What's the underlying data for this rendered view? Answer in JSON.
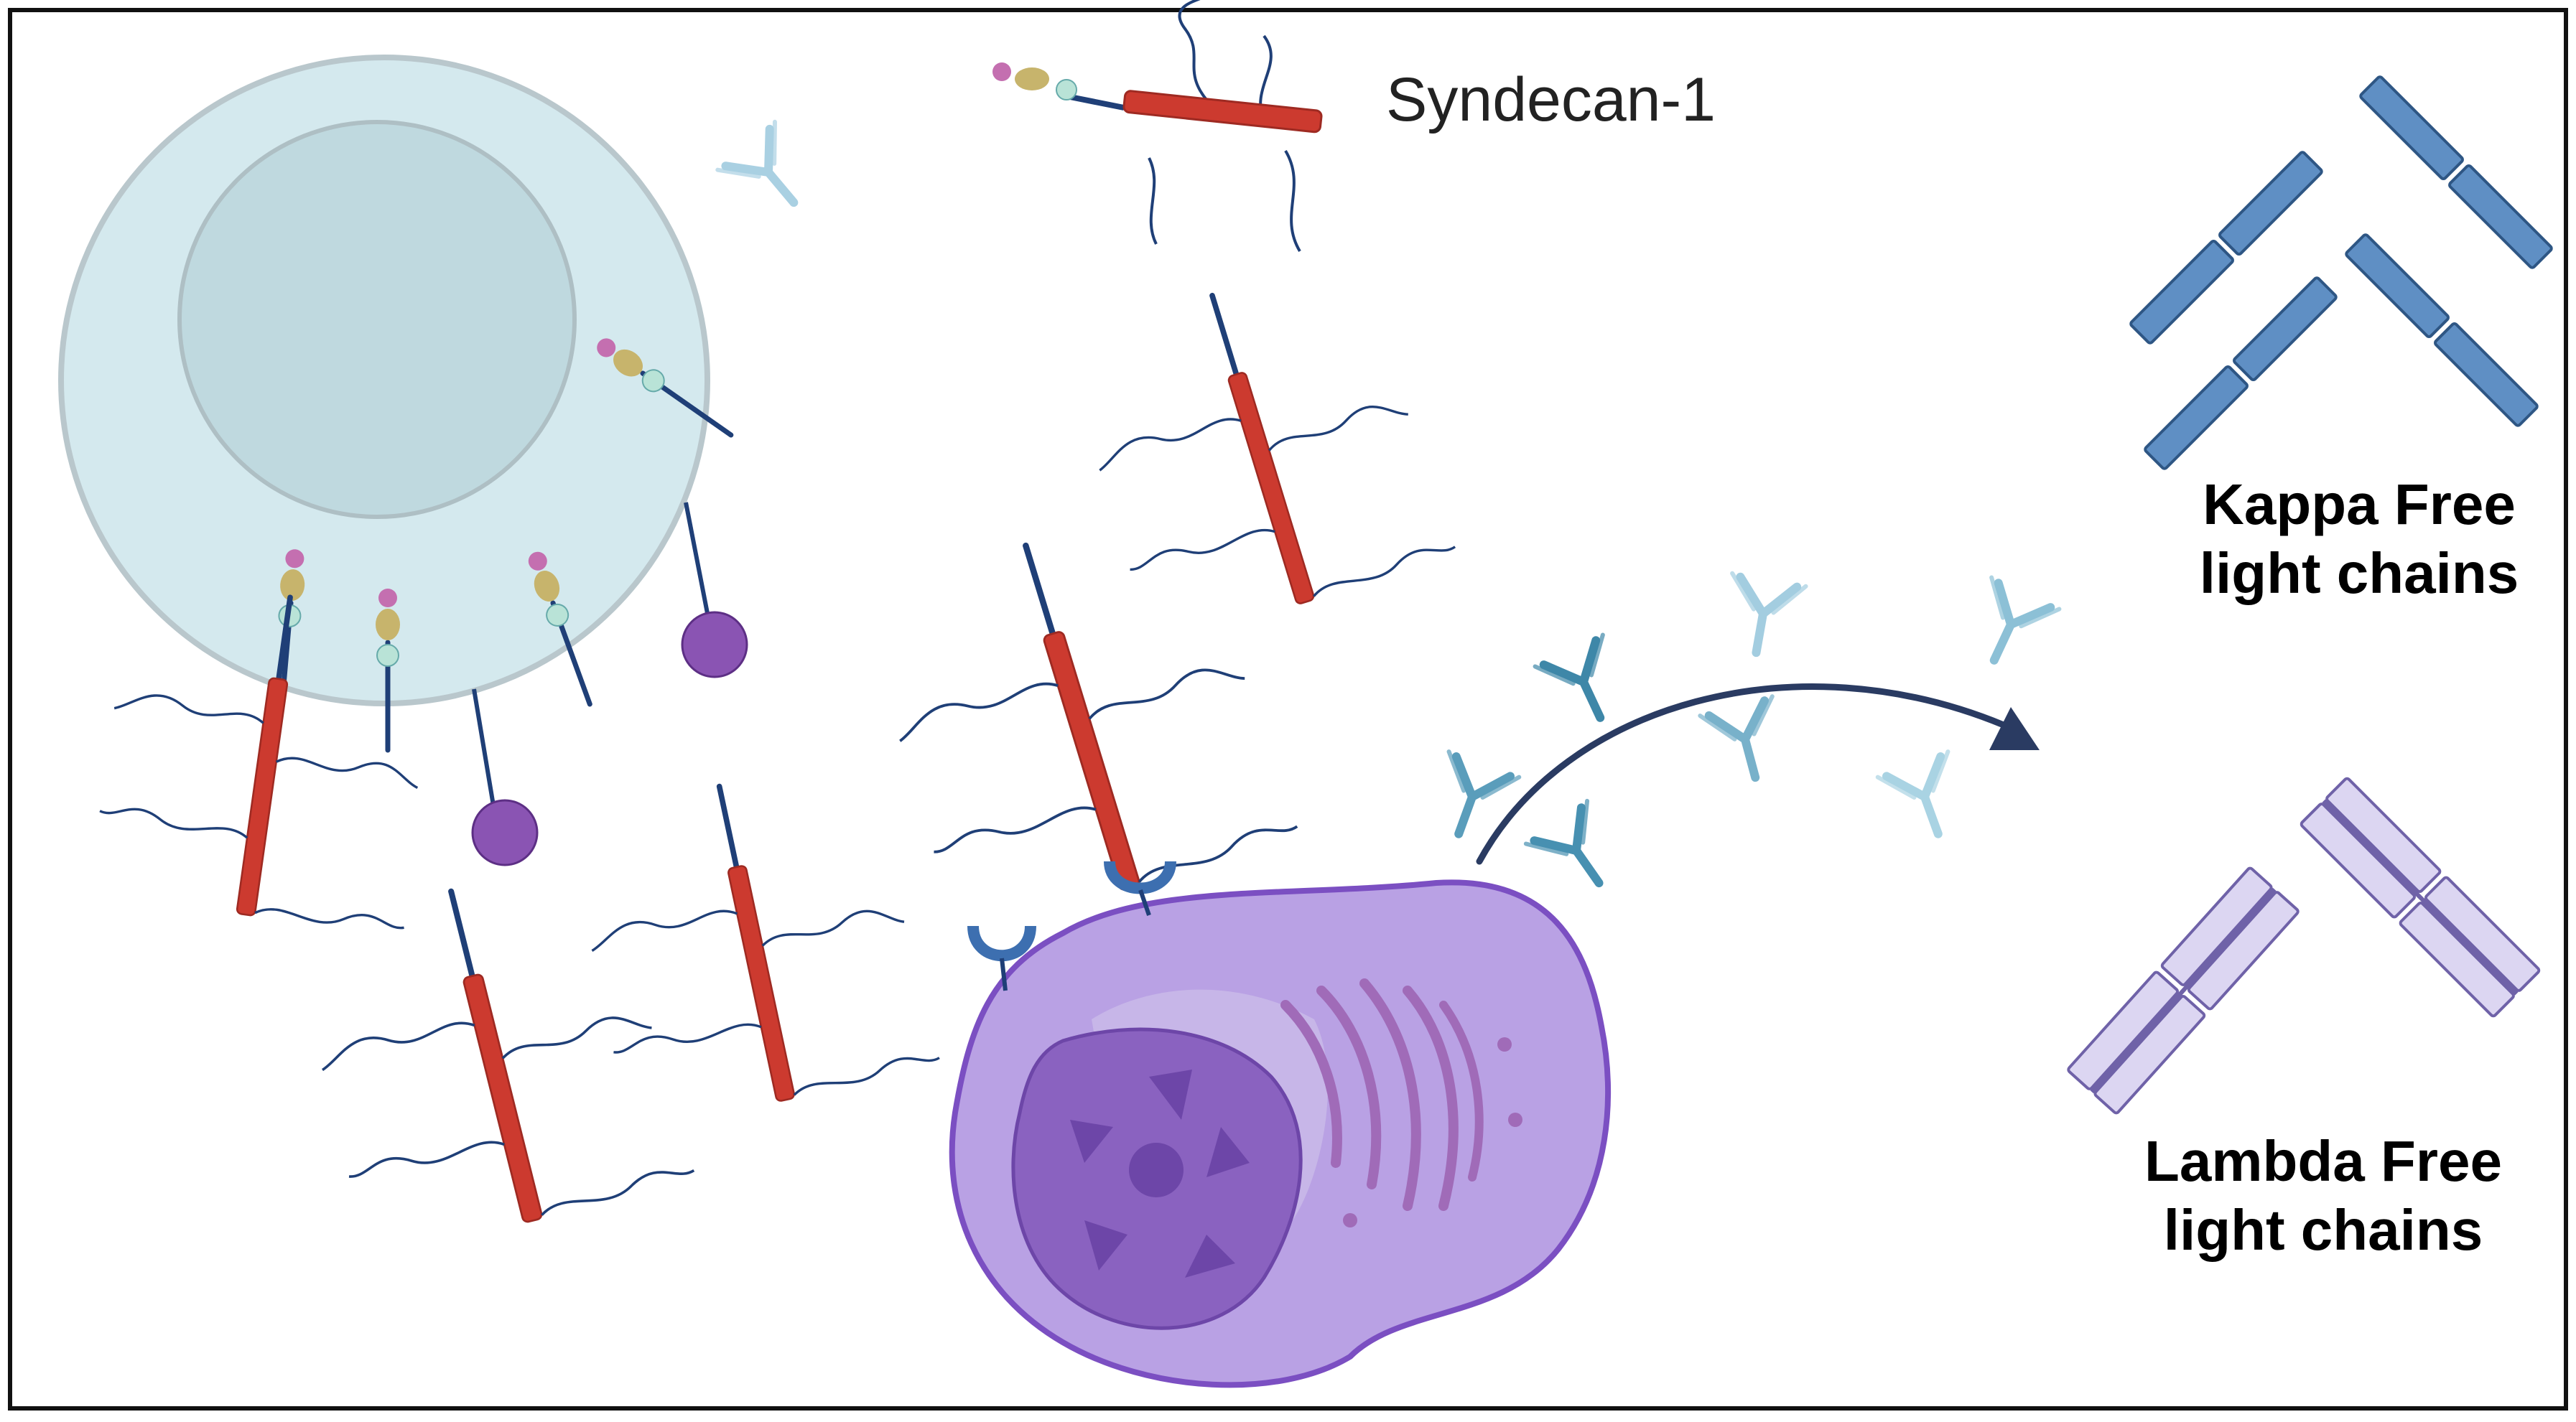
{
  "labels": {
    "syndecan": "Syndecan-1",
    "kappa_line1": "Kappa Free",
    "kappa_line2": "light chains",
    "lambda_line1": "Lambda Free",
    "lambda_line2": "light chains"
  },
  "colors": {
    "frame": "#111111",
    "bcell_body": "#d4e9ee",
    "bcell_nucleus": "#bfd9df",
    "bcell_outline": "#b9c7cc",
    "plasma_cell": "#b9a1e4",
    "plasma_outline": "#7b4fc2",
    "plasma_nucleus": "#8a62c0",
    "syndecan_core": "#cc3a2f",
    "glycan_chain": "#1f3f77",
    "kappa_chain": "#5f8fc4",
    "lambda_chain": "#dcd6f2",
    "antibody": "#8fc1d8",
    "arrow": "#2a3b62",
    "purple_ball": "#8a54b3"
  },
  "icons": [
    "b-cell-icon",
    "plasma-cell-icon",
    "syndecan-icon",
    "antibody-icon",
    "kappa-chain-icon",
    "lambda-chain-icon",
    "arrow-icon"
  ]
}
